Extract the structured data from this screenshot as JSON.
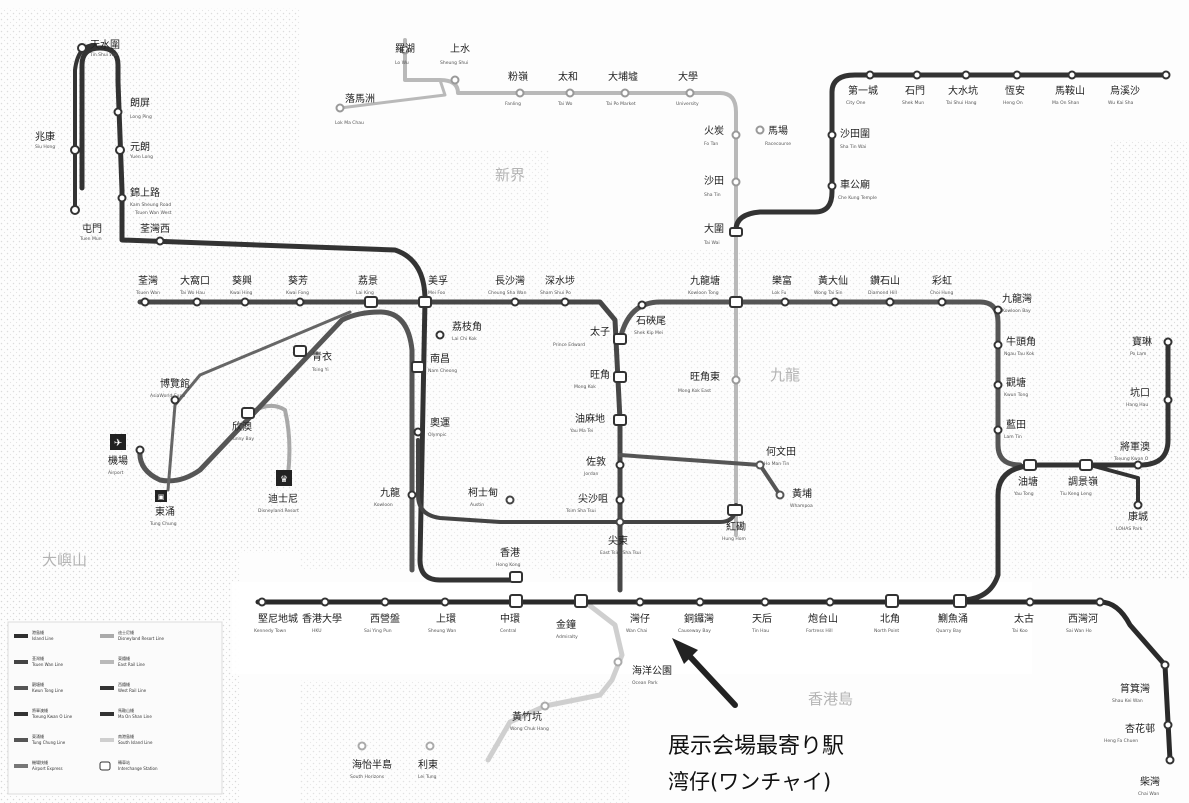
{
  "regions": [
    "新界",
    "九龍",
    "大嶼山",
    "香港島"
  ],
  "stations": {
    "tin_shui_wai": {
      "zh": "天水圍",
      "en": "Tin Shui Wai"
    },
    "siu_hong": {
      "zh": "兆康",
      "en": "Siu Hong"
    },
    "tuen_mun": {
      "zh": "屯門",
      "en": "Tuen Mun"
    },
    "long_ping": {
      "zh": "朗屏",
      "en": "Long Ping"
    },
    "yuen_long": {
      "zh": "元朗",
      "en": "Yuen Long"
    },
    "kam_sheung_road": {
      "zh": "錦上路",
      "en": "Kam Sheung Road"
    },
    "tsuen_wan_west": {
      "zh": "荃灣西",
      "en": "Tsuen Wan West"
    },
    "lo_wu": {
      "zh": "羅湖",
      "en": "Lo Wu"
    },
    "sheung_shui": {
      "zh": "上水",
      "en": "Sheung Shui"
    },
    "lok_ma_chau": {
      "zh": "落馬洲",
      "en": "Lok Ma Chau"
    },
    "fanling": {
      "zh": "粉嶺",
      "en": "Fanling"
    },
    "tai_wo": {
      "zh": "太和",
      "en": "Tai Wo"
    },
    "tai_po_market": {
      "zh": "大埔墟",
      "en": "Tai Po Market"
    },
    "university": {
      "zh": "大學",
      "en": "University"
    },
    "fo_tan": {
      "zh": "火炭",
      "en": "Fo Tan"
    },
    "racecourse": {
      "zh": "馬場",
      "en": "Racecourse"
    },
    "sha_tin": {
      "zh": "沙田",
      "en": "Sha Tin"
    },
    "tai_wai": {
      "zh": "大圍",
      "en": "Tai Wai"
    },
    "city_one": {
      "zh": "第一城",
      "en": "City One"
    },
    "shek_mun": {
      "zh": "石門",
      "en": "Shek Mun"
    },
    "tai_shui_hang": {
      "zh": "大水坑",
      "en": "Tai Shui Hang"
    },
    "heng_on": {
      "zh": "恆安",
      "en": "Heng On"
    },
    "ma_on_shan": {
      "zh": "馬鞍山",
      "en": "Ma On Shan"
    },
    "wu_kai_sha": {
      "zh": "烏溪沙",
      "en": "Wu Kai Sha"
    },
    "sha_tin_wai": {
      "zh": "沙田圍",
      "en": "Sha Tin Wai"
    },
    "che_kung_temple": {
      "zh": "車公廟",
      "en": "Che Kung Temple"
    },
    "tsuen_wan": {
      "zh": "荃灣",
      "en": "Tsuen Wan"
    },
    "tai_wo_hau": {
      "zh": "大窩口",
      "en": "Tai Wo Hau"
    },
    "kwai_hing": {
      "zh": "葵興",
      "en": "Kwai Hing"
    },
    "kwai_fong": {
      "zh": "葵芳",
      "en": "Kwai Fong"
    },
    "lai_king": {
      "zh": "荔景",
      "en": "Lai King"
    },
    "mei_foo": {
      "zh": "美孚",
      "en": "Mei Foo"
    },
    "cheung_sha_wan": {
      "zh": "長沙灣",
      "en": "Cheung Sha Wan"
    },
    "sham_shui_po": {
      "zh": "深水埗",
      "en": "Sham Shui Po"
    },
    "kowloon_tong": {
      "zh": "九龍塘",
      "en": "Kowloon Tong"
    },
    "lok_fu": {
      "zh": "樂富",
      "en": "Lok Fu"
    },
    "wong_tai_sin": {
      "zh": "黃大仙",
      "en": "Wong Tai Sin"
    },
    "diamond_hill": {
      "zh": "鑽石山",
      "en": "Diamond Hill"
    },
    "choi_hung": {
      "zh": "彩虹",
      "en": "Choi Hung"
    },
    "kowloon_bay": {
      "zh": "九龍灣",
      "en": "Kowloon Bay"
    },
    "lai_chi_kok": {
      "zh": "荔枝角",
      "en": "Lai Chi Kok"
    },
    "prince_edward": {
      "zh": "太子",
      "en": "Prince Edward"
    },
    "shek_kip_mei": {
      "zh": "石硤尾",
      "en": "Shek Kip Mei"
    },
    "mong_kok": {
      "zh": "旺角",
      "en": "Mong Kok"
    },
    "mong_kok_east": {
      "zh": "旺角東",
      "en": "Mong Kok East"
    },
    "yau_ma_tei": {
      "zh": "油麻地",
      "en": "Yau Ma Tei"
    },
    "jordan": {
      "zh": "佐敦",
      "en": "Jordan"
    },
    "tsim_sha_tsui": {
      "zh": "尖沙咀",
      "en": "Tsim Sha Tsui"
    },
    "east_tsim_sha_tsui": {
      "zh": "尖東",
      "en": "East Tsim Sha Tsui"
    },
    "ho_man_tin": {
      "zh": "何文田",
      "en": "Ho Man Tin"
    },
    "whampoa": {
      "zh": "黃埔",
      "en": "Whampoa"
    },
    "hung_hom": {
      "zh": "紅磡",
      "en": "Hung Hom"
    },
    "nam_cheong": {
      "zh": "南昌",
      "en": "Nam Cheong"
    },
    "olympic": {
      "zh": "奧運",
      "en": "Olympic"
    },
    "kowloon": {
      "zh": "九龍",
      "en": "Kowloon"
    },
    "austin": {
      "zh": "柯士甸",
      "en": "Austin"
    },
    "hong_kong": {
      "zh": "香港",
      "en": "Hong Kong"
    },
    "tsing_yi": {
      "zh": "青衣",
      "en": "Tsing Yi"
    },
    "sunny_bay": {
      "zh": "欣澳",
      "en": "Sunny Bay"
    },
    "disneyland": {
      "zh": "迪士尼",
      "en": "Disneyland Resort"
    },
    "asiaworld_expo": {
      "zh": "博覽館",
      "en": "AsiaWorld-Expo"
    },
    "airport": {
      "zh": "機場",
      "en": "Airport"
    },
    "tung_chung": {
      "zh": "東涌",
      "en": "Tung Chung"
    },
    "ngau_tau_kok": {
      "zh": "牛頭角",
      "en": "Ngau Tau Kok"
    },
    "kwun_tong": {
      "zh": "觀塘",
      "en": "Kwun Tong"
    },
    "lam_tin": {
      "zh": "藍田",
      "en": "Lam Tin"
    },
    "yau_tong": {
      "zh": "油塘",
      "en": "Yau Tong"
    },
    "tiu_keng_leng": {
      "zh": "調景嶺",
      "en": "Tiu Keng Leng"
    },
    "tseung_kwan_o": {
      "zh": "將軍澳",
      "en": "Tseung Kwan O"
    },
    "hang_hau": {
      "zh": "坑口",
      "en": "Hang Hau"
    },
    "po_lam": {
      "zh": "寶琳",
      "en": "Po Lam"
    },
    "lohas_park": {
      "zh": "康城",
      "en": "LOHAS Park"
    },
    "kennedy_town": {
      "zh": "堅尼地城",
      "en": "Kennedy Town"
    },
    "hku": {
      "zh": "香港大學",
      "en": "HKU"
    },
    "sai_ying_pun": {
      "zh": "西營盤",
      "en": "Sai Ying Pun"
    },
    "sheung_wan": {
      "zh": "上環",
      "en": "Sheung Wan"
    },
    "central": {
      "zh": "中環",
      "en": "Central"
    },
    "admiralty": {
      "zh": "金鐘",
      "en": "Admiralty"
    },
    "wan_chai": {
      "zh": "灣仔",
      "en": "Wan Chai"
    },
    "causeway_bay": {
      "zh": "銅鑼灣",
      "en": "Causeway Bay"
    },
    "tin_hau": {
      "zh": "天后",
      "en": "Tin Hau"
    },
    "fortress_hill": {
      "zh": "炮台山",
      "en": "Fortress Hill"
    },
    "north_point": {
      "zh": "北角",
      "en": "North Point"
    },
    "quarry_bay": {
      "zh": "鰂魚涌",
      "en": "Quarry Bay"
    },
    "tai_koo": {
      "zh": "太古",
      "en": "Tai Koo"
    },
    "sai_wan_ho": {
      "zh": "西灣河",
      "en": "Sai Wan Ho"
    },
    "shau_kei_wan": {
      "zh": "筲箕灣",
      "en": "Shau Kei Wan"
    },
    "heng_fa_chuen": {
      "zh": "杏花邨",
      "en": "Heng Fa Chuen"
    },
    "chai_wan": {
      "zh": "柴灣",
      "en": "Chai Wan"
    },
    "ocean_park": {
      "zh": "海洋公園",
      "en": "Ocean Park"
    },
    "wong_chuk_hang": {
      "zh": "黃竹坑",
      "en": "Wong Chuk Hang"
    },
    "lei_tung": {
      "zh": "利東",
      "en": "Lei Tung"
    },
    "south_horizons": {
      "zh": "海怡半島",
      "en": "South Horizons"
    }
  },
  "legend": [
    {
      "zh": "港島綫",
      "en": "Island Line",
      "color": "#2f2f2f"
    },
    {
      "zh": "荃灣綫",
      "en": "Tsuen Wan Line",
      "color": "#444444"
    },
    {
      "zh": "觀塘綫",
      "en": "Kwun Tong Line",
      "color": "#555555"
    },
    {
      "zh": "將軍澳綫",
      "en": "Tseung Kwan O Line",
      "color": "#333333"
    },
    {
      "zh": "東涌綫",
      "en": "Tung Chung Line",
      "color": "#555555"
    },
    {
      "zh": "機場快綫",
      "en": "Airport Express",
      "color": "#777777"
    },
    {
      "zh": "迪士尼綫",
      "en": "Disneyland Resort Line",
      "color": "#aaaaaa"
    },
    {
      "zh": "東鐵綫",
      "en": "East Rail Line",
      "color": "#b9b9b9"
    },
    {
      "zh": "西鐵綫",
      "en": "West Rail Line",
      "color": "#333333"
    },
    {
      "zh": "馬鞍山綫",
      "en": "Ma On Shan Line",
      "color": "#333333"
    },
    {
      "zh": "南港島綫",
      "en": "South Island Line",
      "color": "#cfcfcf"
    },
    {
      "zh": "轉車站",
      "en": "Interchange Station",
      "color": "#333333"
    }
  ],
  "note": {
    "line1": "展示会場最寄り駅",
    "line2": "湾仔(ワンチャイ)"
  }
}
